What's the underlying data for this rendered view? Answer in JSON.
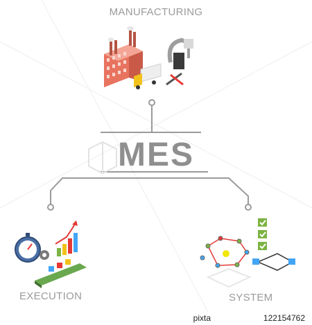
{
  "labels": {
    "manufacturing": "MANUFACTURING",
    "center": "MES",
    "execution": "EXECUTION",
    "system": "SYSTEM"
  },
  "footer": {
    "brand": "pixta",
    "image_id": "122154762"
  },
  "colors": {
    "label_gray": "#9a9a9a",
    "connector_gray": "#9a9a9a",
    "building": "#e8735f",
    "truck_yellow": "#f2c21b",
    "accent_red": "#e53935",
    "accent_green": "#7cb342",
    "accent_blue": "#42a5f5"
  }
}
